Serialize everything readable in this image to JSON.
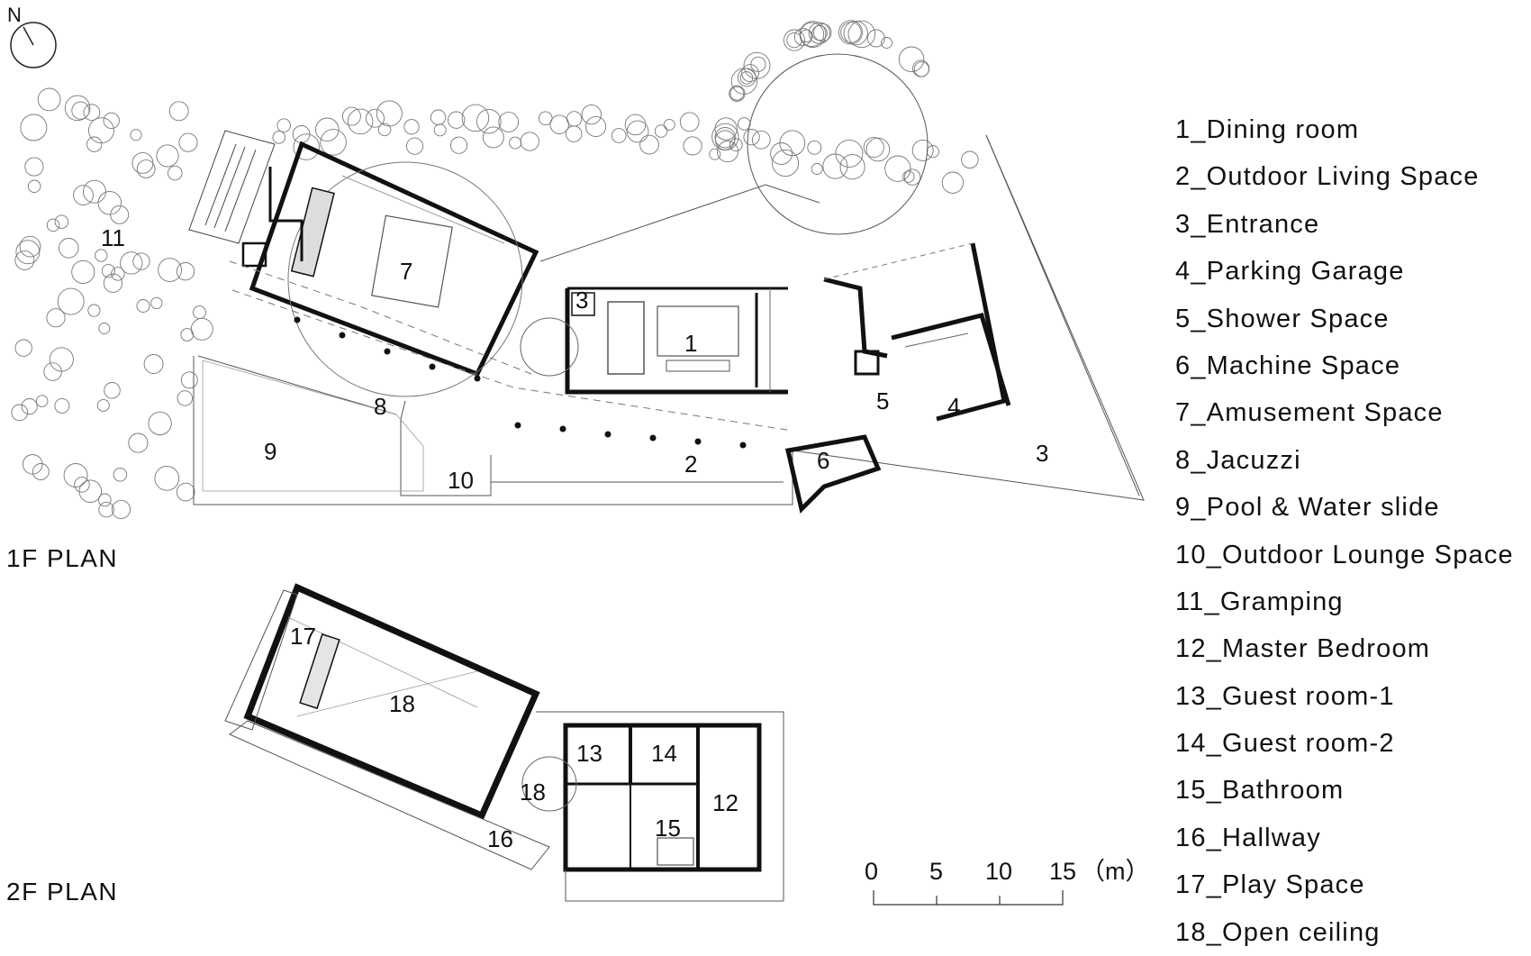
{
  "north": "N",
  "plans": {
    "first": "1F PLAN",
    "second": "2F PLAN"
  },
  "legend": [
    "1_Dining room",
    "2_Outdoor Living Space",
    "3_Entrance",
    "4_Parking Garage",
    "5_Shower Space",
    "6_Machine Space",
    "7_Amusement Space",
    "8_Jacuzzi",
    "9_Pool &  Water slide",
    "10_Outdoor Lounge Space",
    "11_Gramping",
    "12_Master Bedroom",
    "13_Guest room-1",
    "14_Guest room-2",
    "15_Bathroom",
    "16_Hallway",
    "17_Play Space",
    "18_Open ceiling"
  ],
  "room_numbers": {
    "r1": "1",
    "r2": "2",
    "r3a": "3",
    "r3b": "3",
    "r4": "4",
    "r5": "5",
    "r6": "6",
    "r7": "7",
    "r8": "8",
    "r9": "9",
    "r10": "10",
    "r11": "11",
    "r12": "12",
    "r13": "13",
    "r14": "14",
    "r15": "15",
    "r16": "16",
    "r17": "17",
    "r18a": "18",
    "r18b": "18"
  },
  "scale_bar": {
    "ticks": [
      "0",
      "5",
      "10",
      "15"
    ],
    "unit": "（m）"
  }
}
